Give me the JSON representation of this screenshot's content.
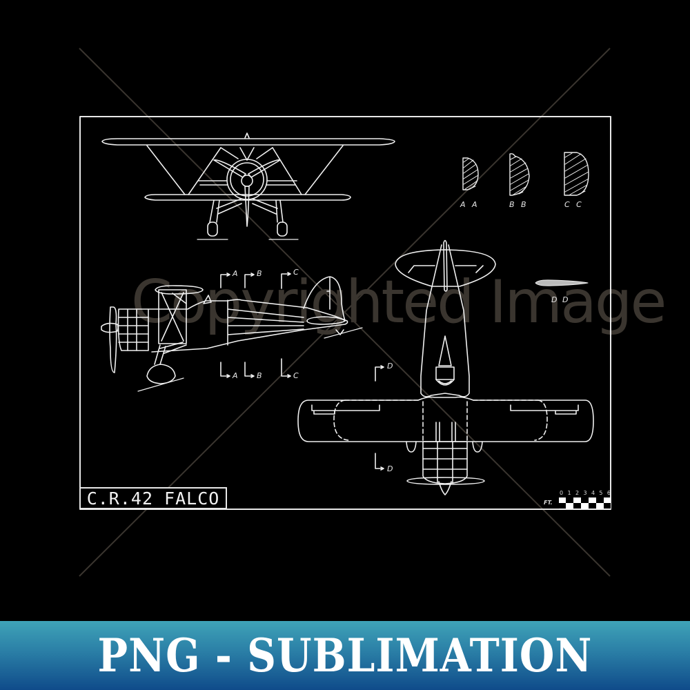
{
  "drawing": {
    "title": "C.R.42 FALCO",
    "views": [
      "front-view",
      "side-view",
      "top-view"
    ],
    "section_markers_side": [
      {
        "label": "A"
      },
      {
        "label": "B"
      },
      {
        "label": "C"
      }
    ],
    "section_markers_top": [
      {
        "label": "D"
      }
    ],
    "section_profiles": [
      {
        "label": "A A"
      },
      {
        "label": "B B"
      },
      {
        "label": "C C"
      },
      {
        "label": "D D"
      }
    ],
    "scale": {
      "numbers": [
        "0",
        "1",
        "2",
        "3",
        "4",
        "5",
        "6"
      ],
      "unit": "FT."
    },
    "line_color": "#f0f0f0",
    "background_color": "#000000"
  },
  "watermark": {
    "text": "Copyrighted Image",
    "color": "#3a352f"
  },
  "banner": {
    "text": "PNG - SUBLIMATION",
    "gradient_top": "#3fa3b8",
    "gradient_bottom": "#0f4b8a",
    "text_color": "#ffffff"
  }
}
